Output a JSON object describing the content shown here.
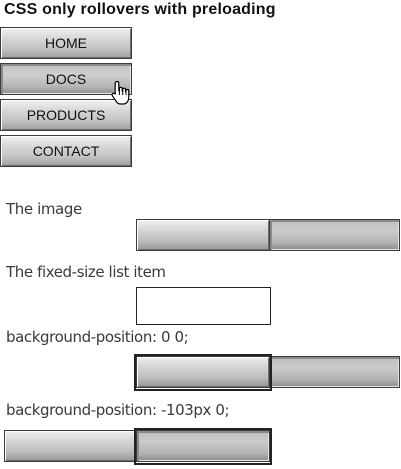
{
  "title": "CSS only rollovers with preloading",
  "nav": {
    "items": [
      {
        "label": "HOME",
        "state": "normal"
      },
      {
        "label": "DOCS",
        "state": "hover"
      },
      {
        "label": "PRODUCTS",
        "state": "normal"
      },
      {
        "label": "CONTACT",
        "state": "normal"
      }
    ]
  },
  "cursor_icon": "hand-pointer-icon",
  "demo": {
    "caption_image": "The image",
    "caption_list_item": "The fixed-size list item",
    "caption_pos_zero": "background-position: 0 0;",
    "caption_pos_offset": "background-position: -103px 0;"
  },
  "colors": {
    "button_border": "#3b3b3b",
    "button_light": "#f4f4f4",
    "button_dark": "#9e9e9e",
    "text": "#1a1a1a"
  }
}
